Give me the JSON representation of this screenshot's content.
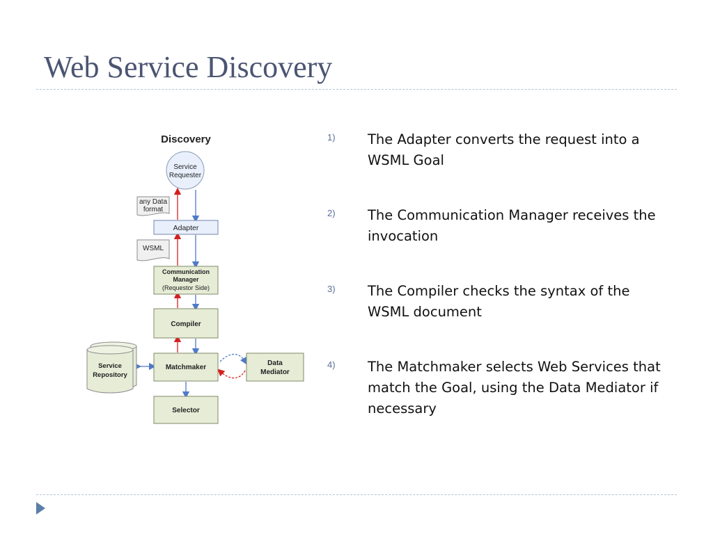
{
  "slide": {
    "title": "Web Service Discovery"
  },
  "diagram": {
    "heading": "Discovery",
    "service_requester": [
      "Service",
      "Requester"
    ],
    "note_any_data": [
      "any Data",
      "format"
    ],
    "adapter": "Adapter",
    "note_wsml": "WSML",
    "comm_manager": [
      "Communication",
      "Manager",
      "(Requestor Side)"
    ],
    "compiler": "Compiler",
    "service_repository": [
      "Service",
      "Repository"
    ],
    "matchmaker": "Matchmaker",
    "data_mediator": [
      "Data",
      "Mediator"
    ],
    "selector": "Selector",
    "colors": {
      "box_green": "#e6ecd6",
      "box_blue": "#e9f0fb",
      "arrow_red": "#d42020",
      "arrow_blue": "#4f7ac7"
    }
  },
  "steps": [
    {
      "num": "1)",
      "text": "The Adapter converts the request into a WSML Goal"
    },
    {
      "num": "2)",
      "text": "The Communication Manager receives the invocation"
    },
    {
      "num": "3)",
      "text": "The Compiler checks the syntax of the WSML document"
    },
    {
      "num": "4)",
      "text": "The Matchmaker selects Web Services that match the Goal, using the Data Mediator if necessary"
    }
  ]
}
